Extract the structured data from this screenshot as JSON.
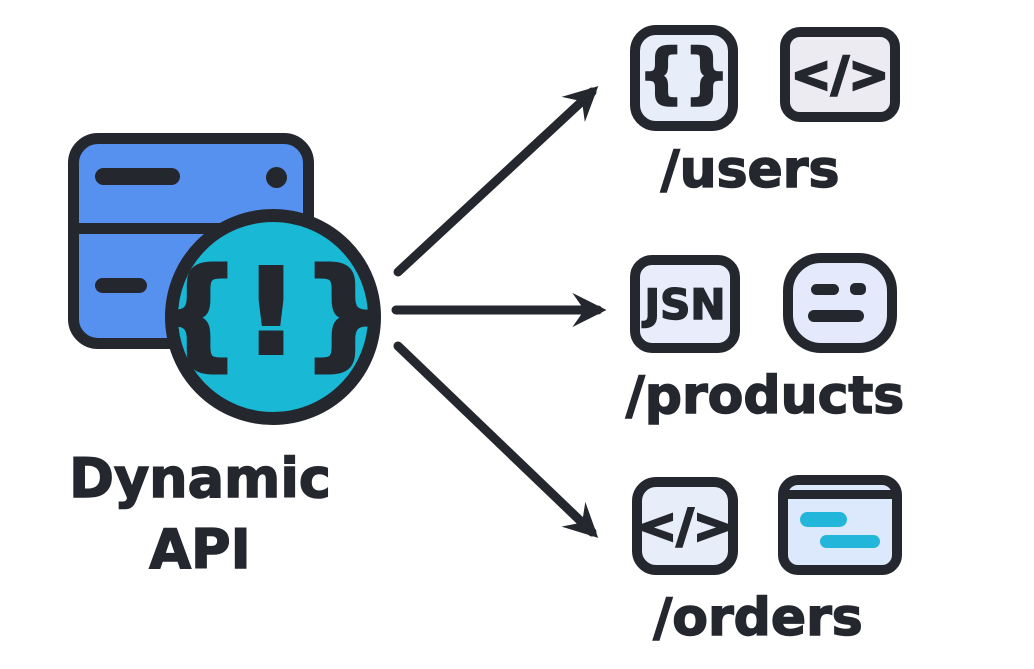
{
  "diagram_title": "Dynamic API",
  "hub": {
    "glyph": "{!}",
    "label_lines": [
      "Dynamic",
      "API"
    ]
  },
  "endpoints": [
    {
      "label": "/users",
      "icons": [
        {
          "name": "braces-icon",
          "glyph": "{}"
        },
        {
          "name": "code-tag-icon",
          "glyph": "</>"
        }
      ]
    },
    {
      "label": "/products",
      "icons": [
        {
          "name": "jsn-badge-icon",
          "glyph": "JSN"
        },
        {
          "name": "face-lines-icon",
          "glyph": ""
        }
      ]
    },
    {
      "label": "/orders",
      "icons": [
        {
          "name": "code-tag-icon",
          "glyph": "</>"
        },
        {
          "name": "card-lines-icon",
          "glyph": ""
        }
      ]
    }
  ],
  "colors": {
    "ink": "#24272E",
    "server_blue": "#5791F0",
    "hub_teal": "#19B8D5",
    "chip_lavender": "#E8EDFA",
    "chip_gray": "#ECEBF2",
    "card_blue": "#DCE8FB",
    "accent_teal": "#22B7DA"
  }
}
